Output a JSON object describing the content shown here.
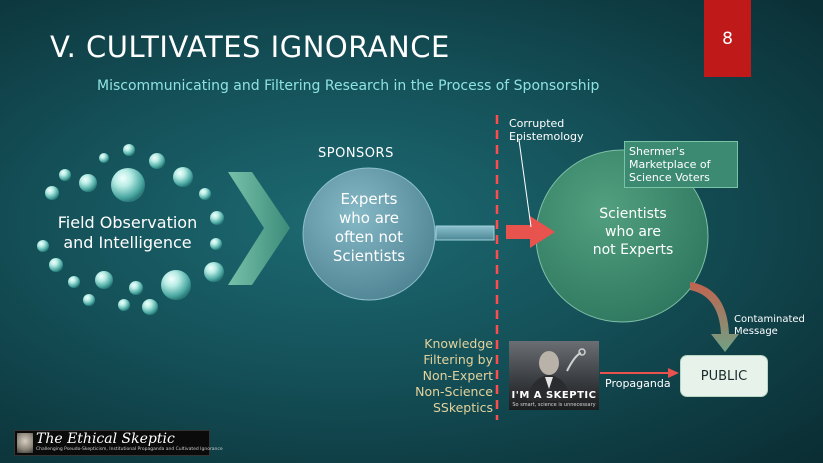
{
  "slide": {
    "title": "V.  CULTIVATES IGNORANCE",
    "subtitle": "Miscommunicating and Filtering Research in the Process of Sponsorship",
    "page_number": "8"
  },
  "diagram": {
    "field_observation": [
      "Field Observation",
      "and Intelligence"
    ],
    "sponsors_label": "SPONSORS",
    "experts_circle": [
      "Experts",
      "who are",
      "often not",
      "Scientists"
    ],
    "corrupted_label": [
      "Corrupted",
      "Epistemology"
    ],
    "marketplace_label": [
      "Shermer's",
      "Marketplace of",
      "Science Voters"
    ],
    "scientists_circle": [
      "Scientists",
      "who are",
      "not Experts"
    ],
    "contaminated_label": [
      "Contaminated",
      "Message"
    ],
    "public_label": "PUBLIC",
    "filtering_text": [
      "Knowledge",
      "Filtering by",
      "Non-Expert",
      "Non-Science",
      "SSkeptics"
    ],
    "propaganda_label": "Propaganda",
    "skeptic_image_caption": "I'M A SKEPTIC",
    "skeptic_image_subcaption": "So smart, science is unnecessary"
  },
  "logo": {
    "title": "The Ethical Skeptic",
    "subtitle": "Challenging Pseudo-Skepticism, Institutional Propaganda and Cultivated Ignorance"
  },
  "colors": {
    "page_box": "#c0191a",
    "subtitle": "#8ee3e2",
    "bubble": "#9fe0d8",
    "chevron": "#4fa48f",
    "experts_circle": "#6aa0ae",
    "scientists_circle": "#3f8a70",
    "dashed_line": "#ff4d4d",
    "filter_text": "#e3d29c",
    "arrow_red": "#e8534e"
  }
}
